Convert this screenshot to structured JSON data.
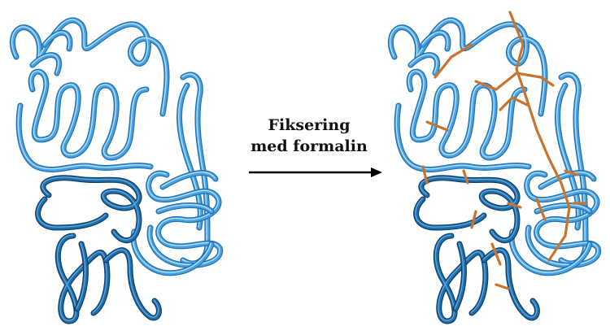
{
  "label": {
    "line1": "Fiksering",
    "line2": "med formalin"
  },
  "colors": {
    "background": "#ffffff",
    "light_strand": "#4aa3e0",
    "light_strand_outline": "#1f6fb5",
    "light_strand_highlight": "#c9ecff",
    "dark_strand": "#1f6fa8",
    "dark_strand_outline": "#0d3f6e",
    "crosslink": "#c8742e",
    "arrow": "#000000"
  },
  "panels": [
    {
      "name": "protein-before-fixation",
      "crosslinked": false
    },
    {
      "name": "protein-after-fixation",
      "crosslinked": true
    }
  ]
}
